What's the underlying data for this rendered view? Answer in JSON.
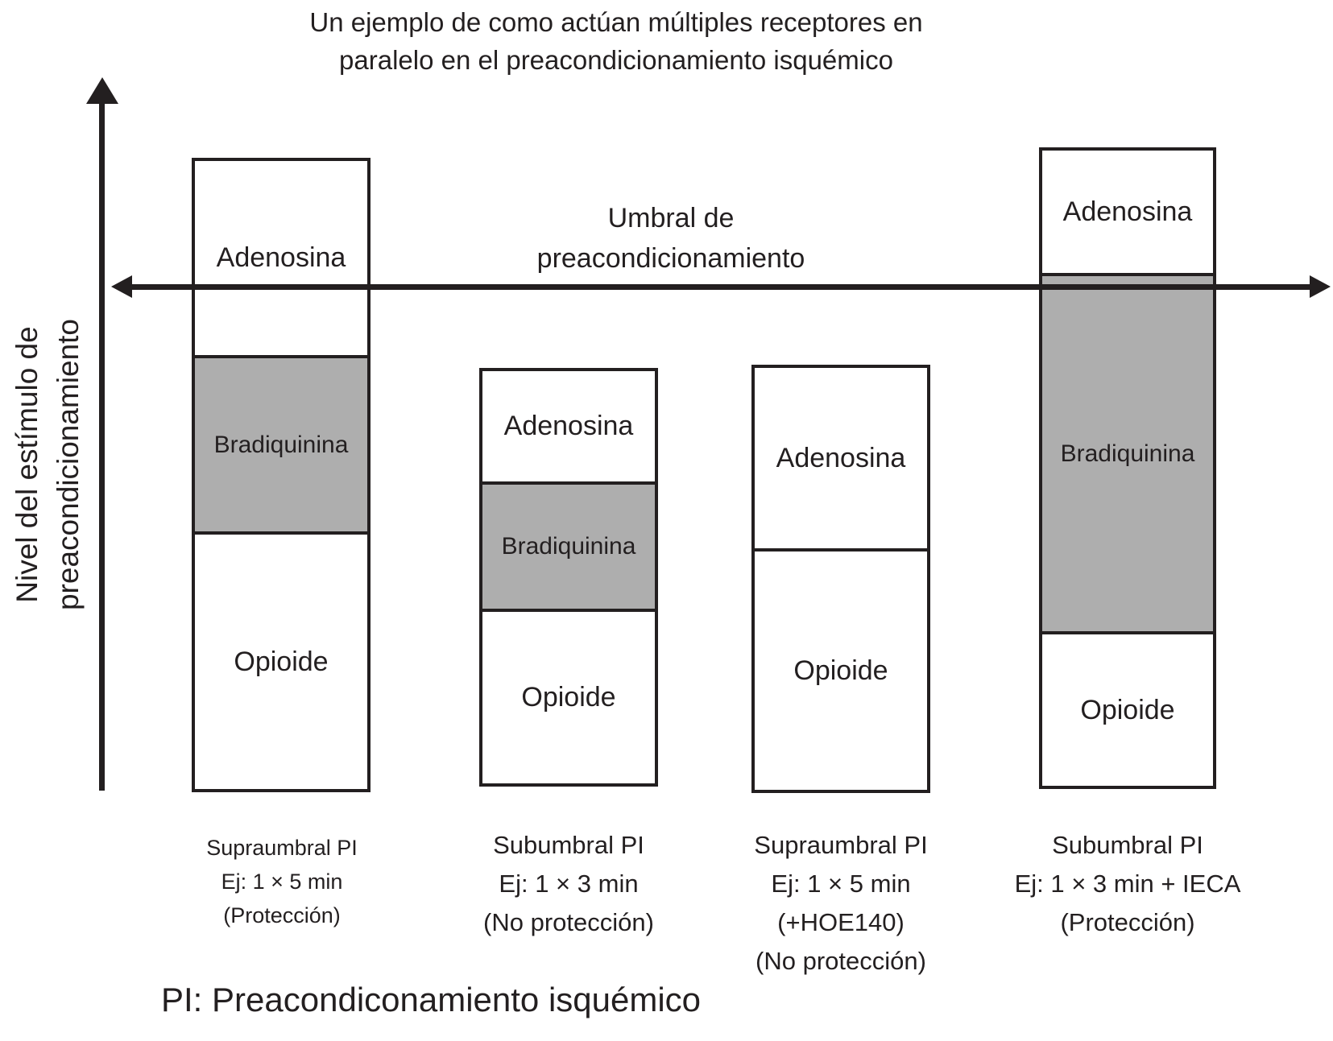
{
  "figure": {
    "title_line1": "Un ejemplo de como actúan múltiples receptores en",
    "title_line2": "paralelo en el preacondicionamiento isquémico",
    "y_axis_label_line1": "Nivel del estímulo de",
    "y_axis_label_line2": "preacondicionamiento",
    "threshold_label_line1": "Umbral de",
    "threshold_label_line2": "preacondicionamiento",
    "footnote": "PI: Preacondiconamiento isquémico"
  },
  "colors": {
    "ink": "#231f20",
    "gray_fill": "#aeaeae",
    "background": "#ffffff"
  },
  "icons": {
    "y_axis_arrowhead": "up-triangle",
    "threshold_left_arrowhead": "left-triangle",
    "threshold_right_arrowhead": "right-triangle"
  },
  "bars": [
    {
      "name": "supraumbral-pi",
      "crosses_threshold": true,
      "segments": [
        {
          "label": "Adenosina",
          "fill": "white"
        },
        {
          "label": "Bradiquinina",
          "fill": "gray"
        },
        {
          "label": "Opioide",
          "fill": "white"
        }
      ],
      "caption": {
        "line1": "Supraumbral PI",
        "line2": "Ej: 1 × 5 min",
        "line3": "(Protección)"
      }
    },
    {
      "name": "subumbral-pi",
      "crosses_threshold": false,
      "segments": [
        {
          "label": "Adenosina",
          "fill": "white"
        },
        {
          "label": "Bradiquinina",
          "fill": "gray"
        },
        {
          "label": "Opioide",
          "fill": "white"
        }
      ],
      "caption": {
        "line1": "Subumbral PI",
        "line2": "Ej: 1 × 3 min",
        "line3": "(No protección)"
      }
    },
    {
      "name": "supraumbral-pi-hoe140",
      "crosses_threshold": false,
      "segments": [
        {
          "label": "Adenosina",
          "fill": "white"
        },
        {
          "label": "Opioide",
          "fill": "white"
        }
      ],
      "caption": {
        "line1": "Supraumbral PI",
        "line2": "Ej: 1 × 5 min",
        "line3": "(+HOE140)",
        "line4": "(No protección)"
      }
    },
    {
      "name": "subumbral-pi-ieca",
      "crosses_threshold": true,
      "segments": [
        {
          "label": "Adenosina",
          "fill": "white"
        },
        {
          "label": "Bradiquinina",
          "fill": "gray"
        },
        {
          "label": "Opioide",
          "fill": "white"
        }
      ],
      "caption": {
        "line1": "Subumbral PI",
        "line2": "Ej: 1 × 3 min + IECA",
        "line3": "(Protección)"
      }
    }
  ]
}
